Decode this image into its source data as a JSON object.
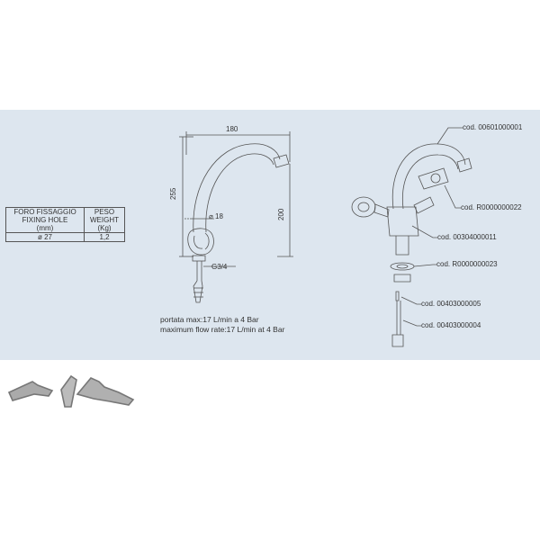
{
  "spec_table": {
    "headers": [
      [
        "FORO FISSAGGIO",
        "FIXING HOLE",
        "(mm)"
      ],
      [
        "PESO",
        "WEIGHT",
        "(Kg)"
      ]
    ],
    "row": [
      "ø 27",
      "1,2"
    ]
  },
  "dimensions": {
    "width": "180",
    "height_total": "255",
    "height_spout": "200",
    "diameter": "⌀ 18",
    "thread": "G3/4"
  },
  "flow_notes": [
    "portata max:17 L/min a 4 Bar",
    "maximum flow rate:17 L/min at 4 Bar"
  ],
  "part_codes": [
    "cod. 00601000001",
    "cod. R0000000022",
    "cod. 00304000011",
    "cod. R0000000023",
    "cod. 00403000005",
    "cod. 00403000004"
  ],
  "colors": {
    "panel": "#dde6ef",
    "line": "#555555"
  }
}
